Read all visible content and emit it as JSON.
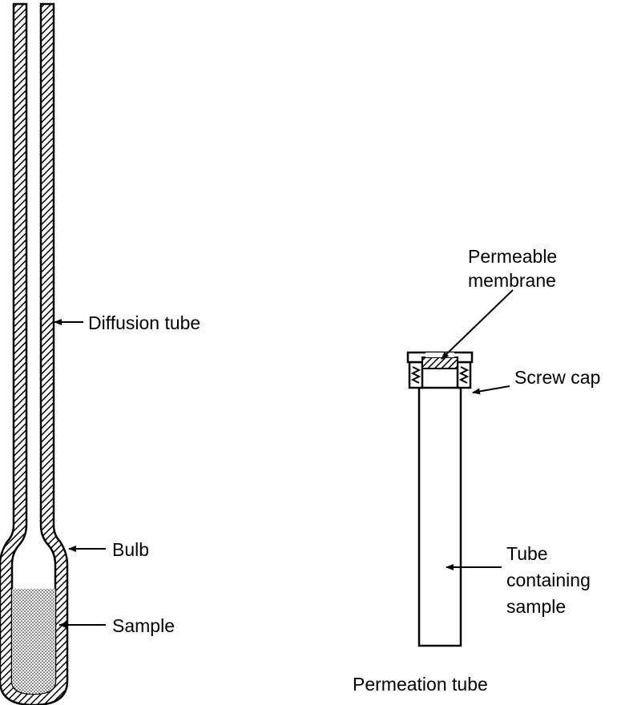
{
  "labels": {
    "diffusion_tube": "Diffusion tube",
    "bulb": "Bulb",
    "sample": "Sample",
    "permeable_membrane_line1": "Permeable",
    "permeable_membrane_line2": "membrane",
    "screw_cap": "Screw cap",
    "tube_containing_sample_line1": "Tube",
    "tube_containing_sample_line2": "containing",
    "tube_containing_sample_line3": "sample",
    "permeation_tube": "Permeation tube"
  },
  "colors": {
    "ink": "#000000",
    "paper": "#ffffff"
  }
}
